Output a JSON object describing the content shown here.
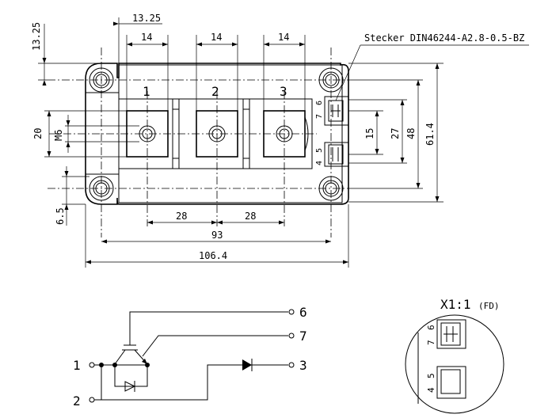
{
  "dimensions": {
    "top_offset": "13.25",
    "left_offset": "13.25",
    "width_1": "14",
    "width_2": "14",
    "width_3": "14",
    "height_20": "20",
    "thread": "M6",
    "bottom_offset": "6.5",
    "pitch_a": "28",
    "pitch_b": "28",
    "holes": "93",
    "overall_width": "106.4",
    "aux_15": "15",
    "aux_27": "27",
    "aux_48": "48",
    "overall_height": "61.4"
  },
  "connector_label": "Stecker DIN46244-A2.8-0.5-BZ",
  "terminals": {
    "t1": "1",
    "t2": "2",
    "t3": "3",
    "pin4": "4",
    "pin5": "5",
    "pin6": "6",
    "pin7": "7"
  },
  "detail": {
    "title": "X1:1",
    "note": "(FD)"
  },
  "schematic": {
    "n1": "1",
    "n2": "2",
    "n3": "3",
    "n6": "6",
    "n7": "7"
  }
}
